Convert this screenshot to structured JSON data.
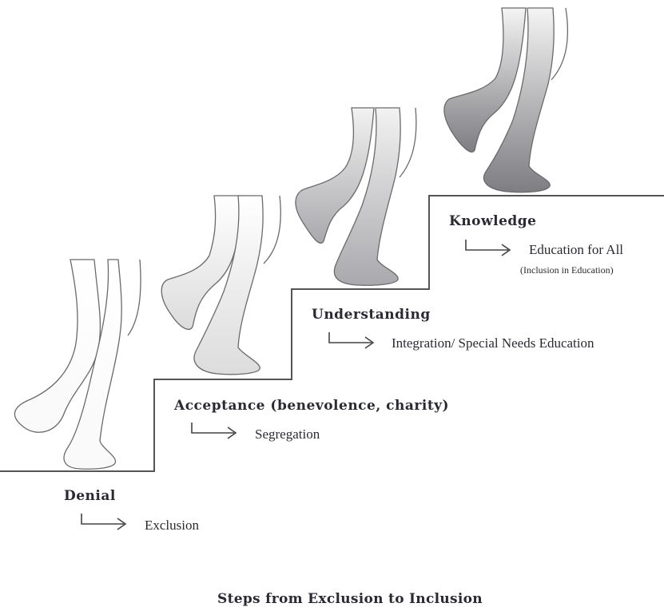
{
  "figure": {
    "caption": "Steps from Exclusion to Inclusion"
  },
  "steps": [
    {
      "stage": "Denial",
      "outcome": "Exclusion",
      "note": ""
    },
    {
      "stage": "Acceptance (benevolence, charity)",
      "outcome": "Segregation",
      "note": ""
    },
    {
      "stage": "Understanding",
      "outcome": "Integration/ Special Needs Education",
      "note": ""
    },
    {
      "stage": "Knowledge",
      "outcome": "Education for All",
      "note": "(Inclusion in Education)"
    }
  ],
  "colors": {
    "text": "#2a2a32",
    "line": "#555555",
    "leg_light": "#f7f7f7",
    "leg_dark": "#8c8c90"
  },
  "icons": [
    "stairs-outline",
    "walking-legs",
    "elbow-arrow-icon"
  ]
}
